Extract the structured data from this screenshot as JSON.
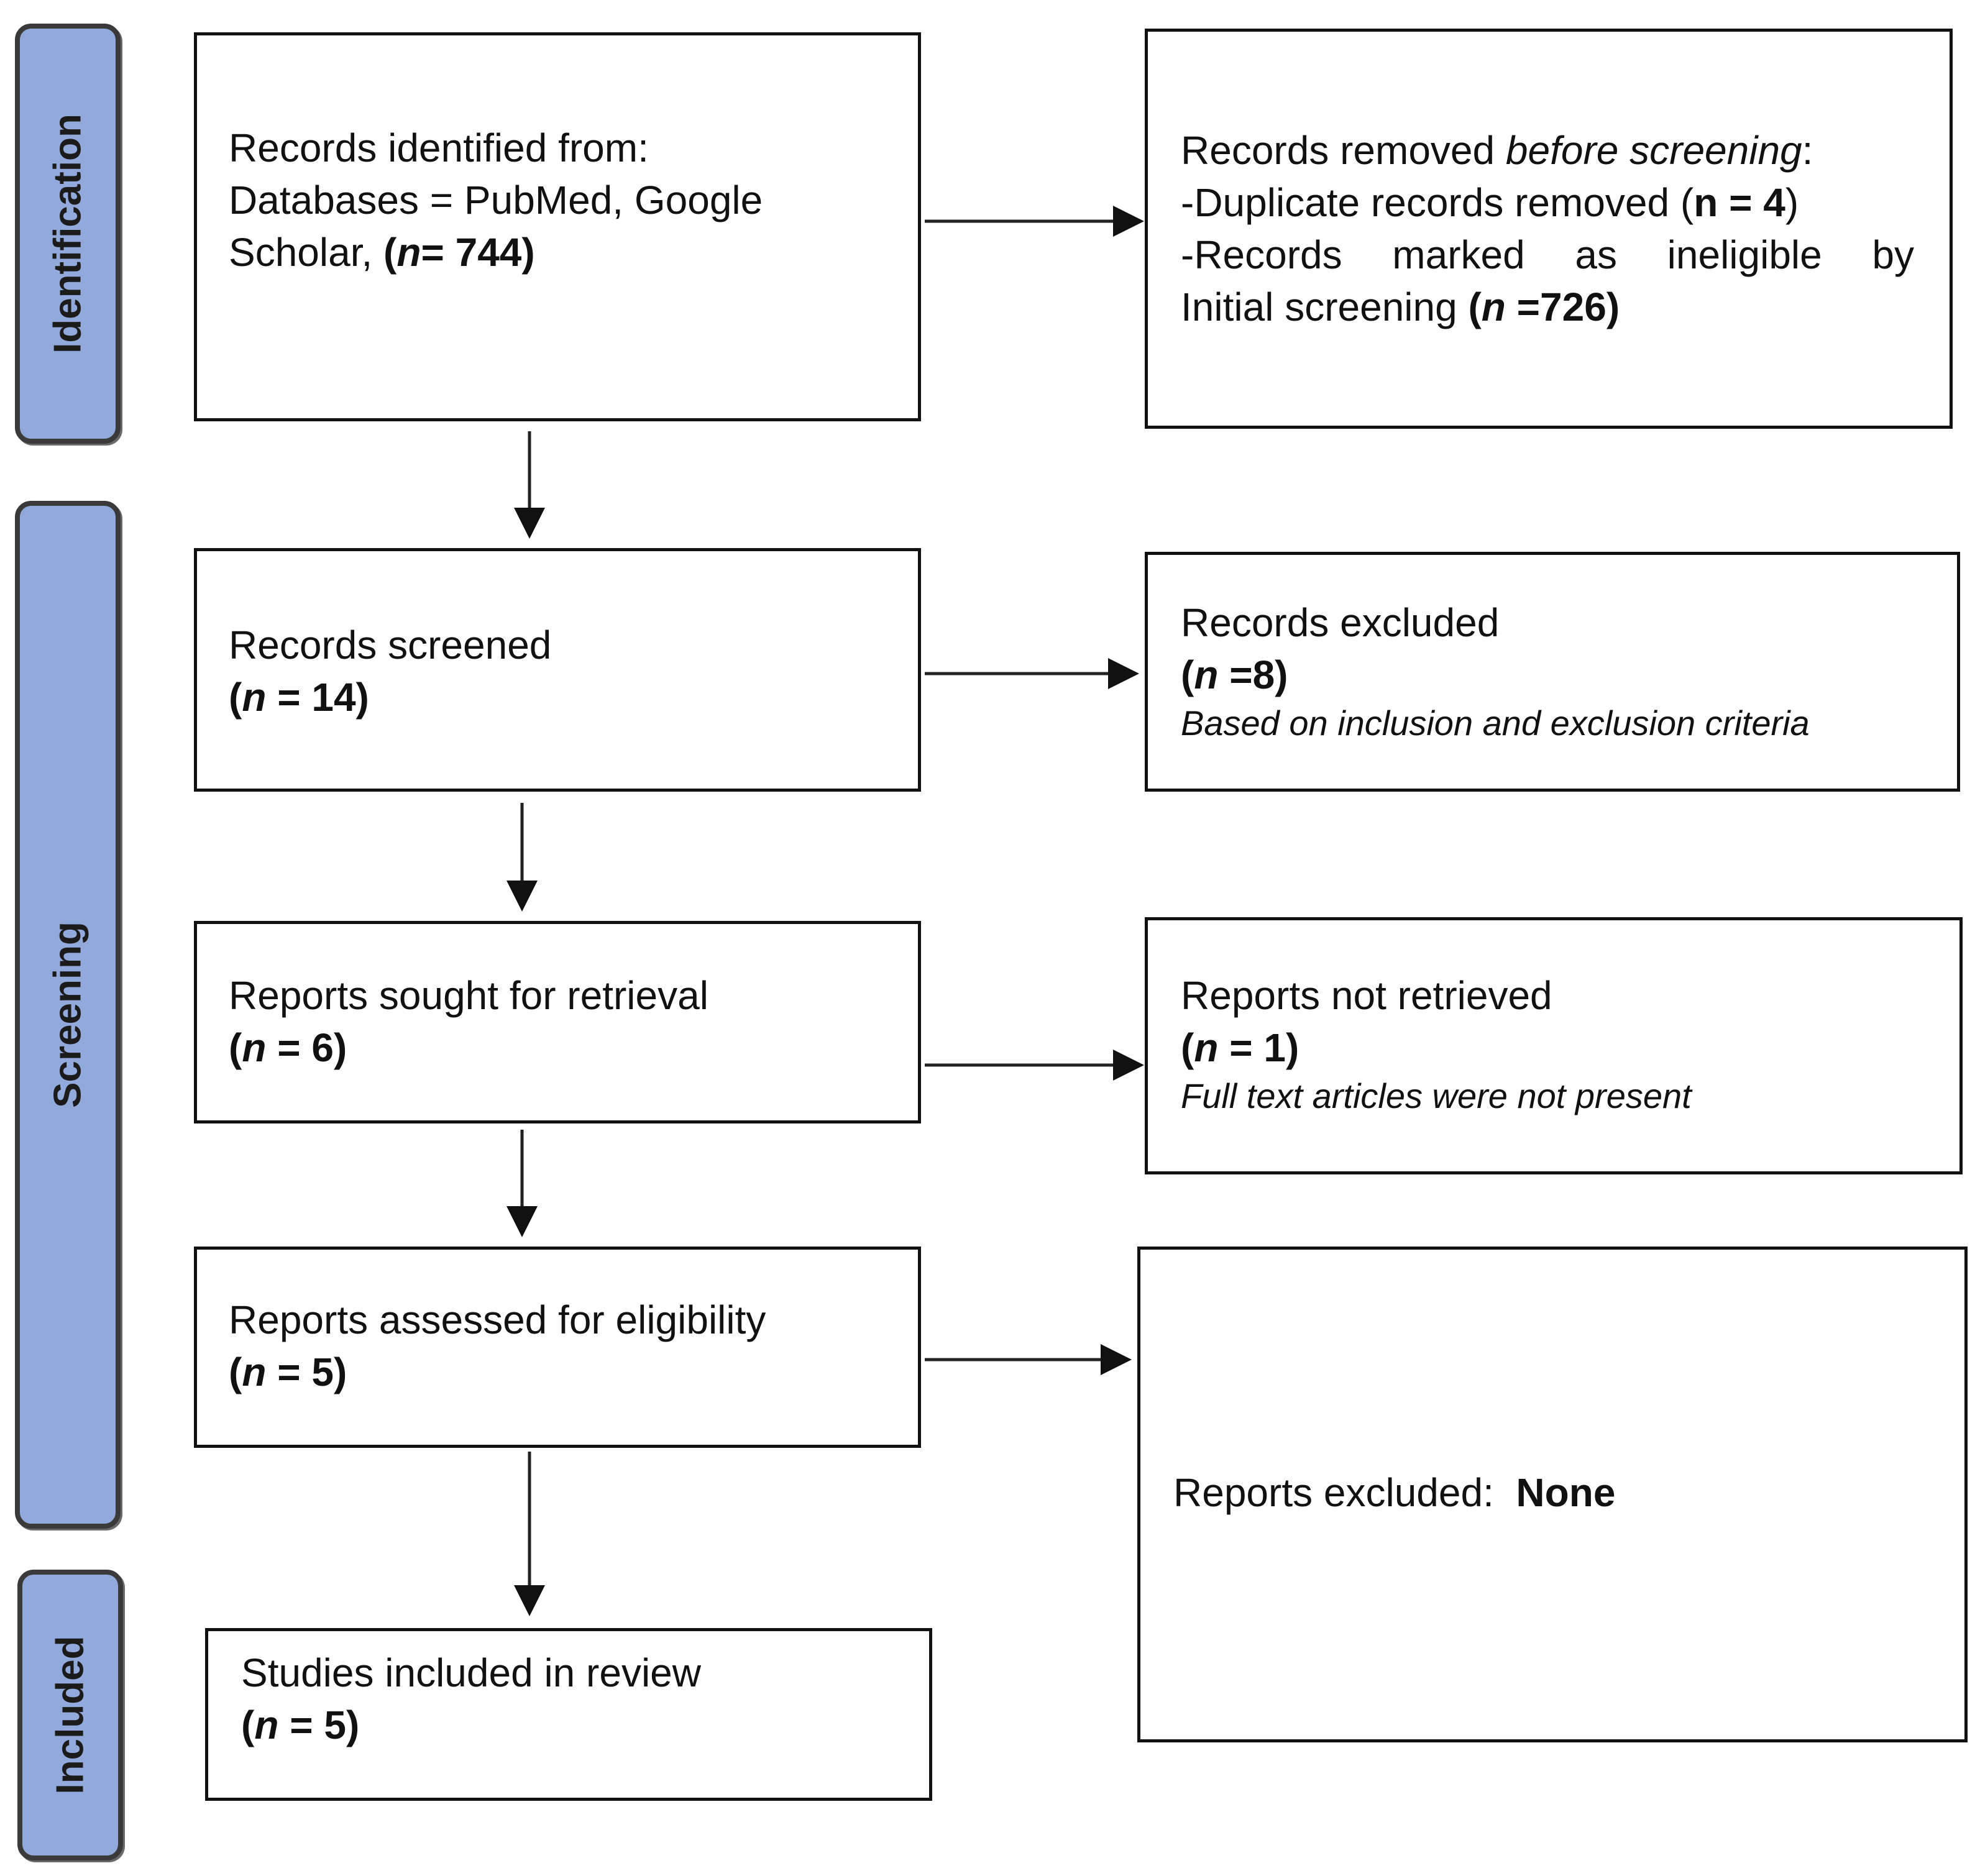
{
  "phases": {
    "identification": "Identification",
    "screening": "Screening",
    "included": "Included"
  },
  "identified": {
    "line1": "Records identified from:",
    "line2": "Databases = PubMed, Google",
    "line3_prefix": "Scholar, ",
    "n_open": "(",
    "n_italic": "n",
    "n_value": "= 744)"
  },
  "removed": {
    "line1_prefix": "Records removed ",
    "line1_italic": "before screening",
    "line1_suffix": ":",
    "line2_prefix": "-Duplicate records removed (",
    "line2_bold": "n = 4",
    "line2_suffix": ")",
    "line3": "-Records marked as ineligible by",
    "line4_prefix": "Initial screening ",
    "n_open": "(",
    "n_italic": "n",
    "n_value": " =726)"
  },
  "screened": {
    "label": "Records screened",
    "n_open": "(",
    "n_italic": "n",
    "n_value": " = 14)"
  },
  "excluded": {
    "label": "Records excluded",
    "n_open": "(",
    "n_italic": "n",
    "n_value": " =8)",
    "note": "Based on inclusion and exclusion criteria"
  },
  "sought": {
    "label": "Reports sought for retrieval",
    "n_open": "(",
    "n_italic": "n",
    "n_value": " = 6)"
  },
  "not_retrieved": {
    "label": "Reports not retrieved",
    "n_open": "(",
    "n_italic": "n",
    "n_value": " = 1)",
    "note": "Full text articles were not present"
  },
  "assessed": {
    "label": "Reports assessed for eligibility",
    "n_open": "(",
    "n_italic": "n",
    "n_value": " = 5)"
  },
  "reports_excluded": {
    "label": "Reports excluded:",
    "value": "None"
  },
  "included": {
    "label": "Studies included in review",
    "n_open": "(",
    "n_italic": "n",
    "n_value": " = 5)"
  },
  "colors": {
    "phase_fill": "#92a9dc",
    "phase_border": "#3a3a3a"
  }
}
